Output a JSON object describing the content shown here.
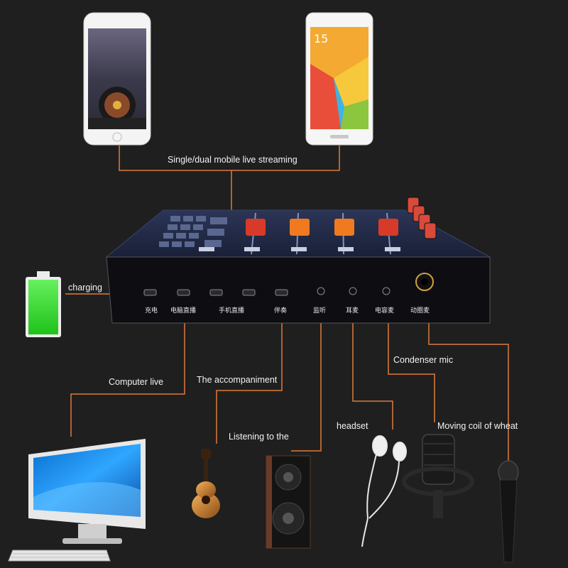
{
  "labels": {
    "streaming": "Single/dual mobile live streaming",
    "charging": "charging",
    "computer_live": "Computer live",
    "accompaniment": "The accompaniment",
    "condenser": "Condenser mic",
    "headset": "headset",
    "listening": "Listening to the",
    "moving_coil": "Moving coil of wheat"
  },
  "ports": {
    "p1": "充电",
    "p2": "电脑直播",
    "p3": "手机直播",
    "p4": "伴奏",
    "p5": "监听",
    "p6": "耳麦",
    "p7": "电容麦",
    "p8": "动圈麦"
  },
  "phone_right_time": "15",
  "colors": {
    "line": "#e07a3a",
    "battery": "#3de03a",
    "background": "#1f1f1f"
  }
}
